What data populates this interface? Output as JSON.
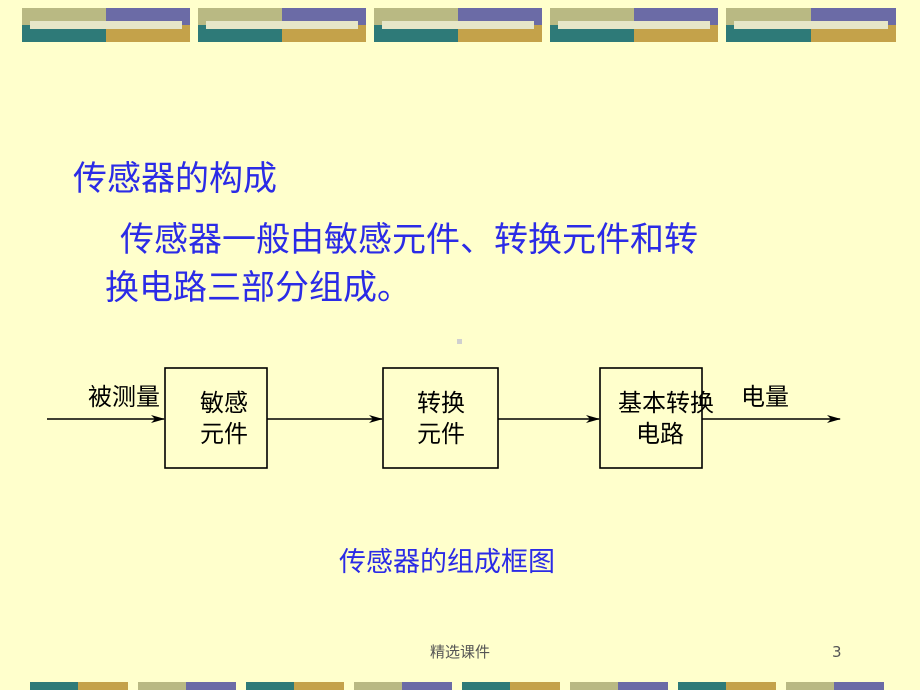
{
  "slide": {
    "heading": "传感器的构成",
    "body_line1": "传感器一般由敏感元件、转换元件和转",
    "body_line2": "换电路三部分组成。",
    "caption": "传感器的组成框图",
    "footer": "精选课件",
    "page_number": "3"
  },
  "diagram": {
    "input_label": "被测量",
    "output_label": "电量",
    "blocks": [
      {
        "line1": "敏感",
        "line2": "元件"
      },
      {
        "line1": "转换",
        "line2": "元件"
      },
      {
        "line1": "基本转换",
        "line2": "电路"
      }
    ]
  },
  "colors": {
    "background": "#FFFFCC",
    "text": "#2B2BE6",
    "deco_olive": "#B9B983",
    "deco_purple": "#6B6BA6",
    "deco_teal": "#2E7A78",
    "deco_gold": "#C4A24A",
    "deco_light": "#E6E6C8"
  }
}
